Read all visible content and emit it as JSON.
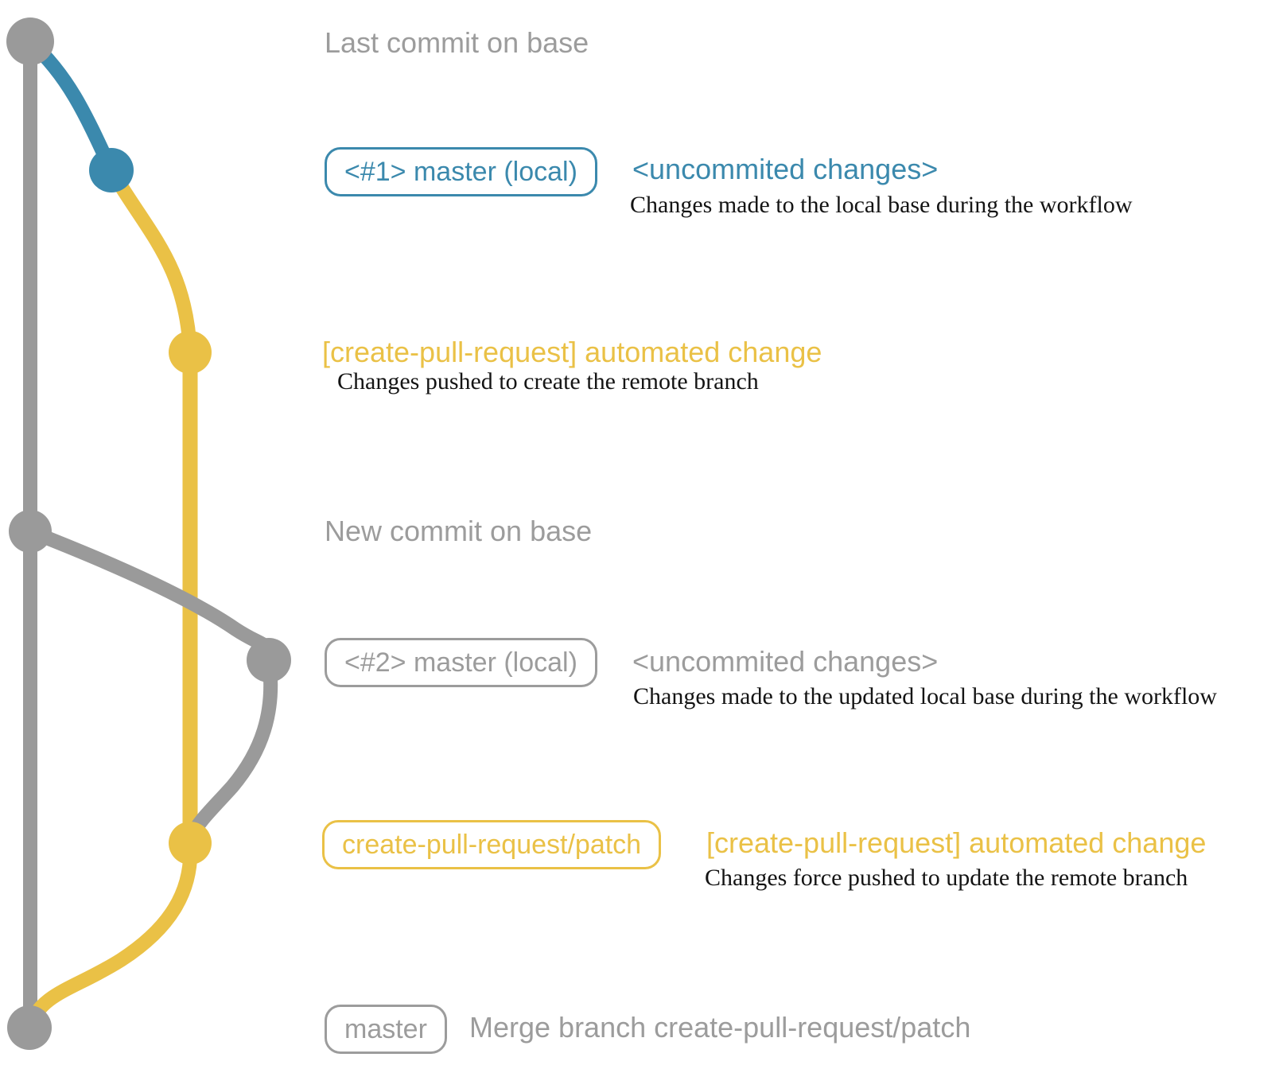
{
  "diagram_title": "create-pull-request workflow git graph",
  "colors": {
    "base_gray": "#9a9a9a",
    "local_blue": "#3b89ad",
    "patch_yellow": "#eac146",
    "label_gray": "#9c9c9c",
    "description_black": "#141414",
    "background": "#ffffff"
  },
  "labels": {
    "last_commit": "Last commit on base",
    "new_commit": "New commit on base",
    "uncommited_1": "<uncommited changes>",
    "uncommited_2": "<uncommited changes>",
    "automated_change_1": "[create-pull-request] automated change",
    "automated_change_2": "[create-pull-request] automated change",
    "merge_commit": "Merge branch create-pull-request/patch"
  },
  "badges": {
    "master_local_1": "<#1> master (local)",
    "master_local_2": "<#2> master (local)",
    "patch_branch": "create-pull-request/patch",
    "master": "master"
  },
  "descriptions": {
    "desc_1": "Changes made to the local base during the workflow",
    "desc_2": "Changes pushed to create the remote branch",
    "desc_3": "Changes made to the updated local base during the workflow",
    "desc_4": "Changes force pushed to update the remote branch"
  },
  "graph": {
    "branches": [
      "base",
      "master (local)",
      "create-pull-request/patch"
    ],
    "commit_count": 7
  }
}
